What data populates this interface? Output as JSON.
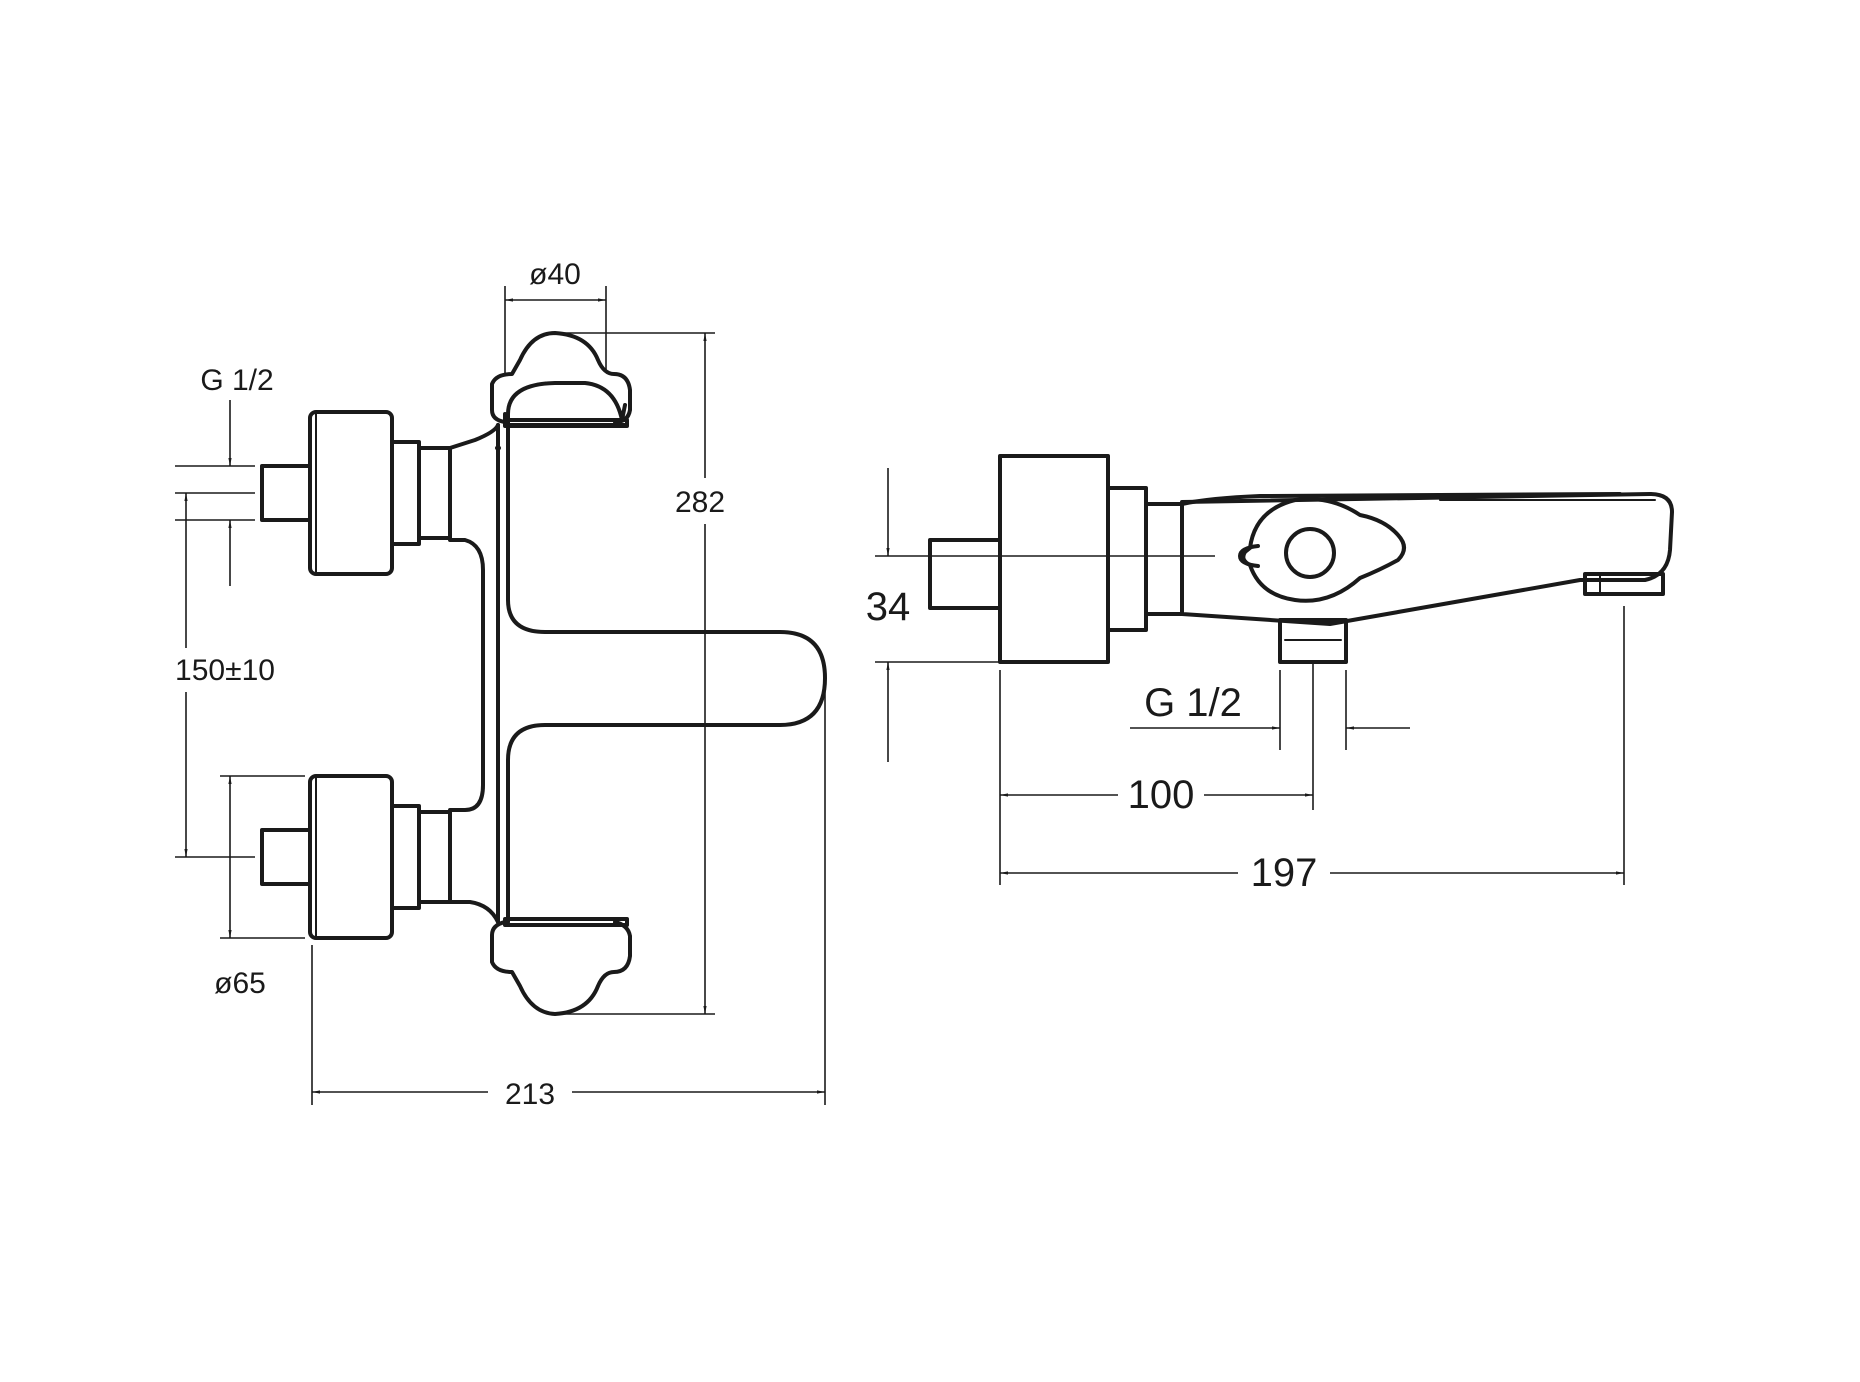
{
  "drawing": {
    "front_view": {
      "thread_label": "G 1/2",
      "top_diameter": "ø40",
      "height": "282",
      "inlet_spacing": "150±10",
      "inlet_diameter": "ø65",
      "width": "213"
    },
    "side_view": {
      "offset": "34",
      "thread_label": "G 1/2",
      "outlet_distance": "100",
      "length": "197"
    }
  }
}
